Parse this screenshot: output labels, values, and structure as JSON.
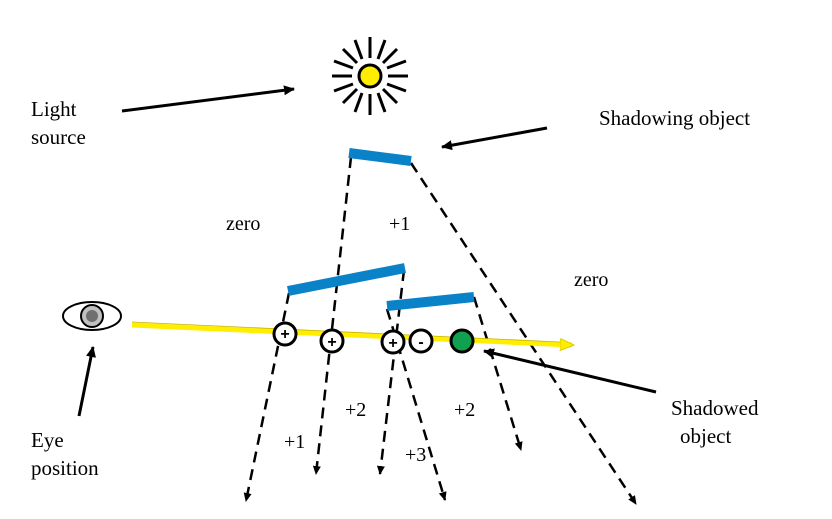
{
  "labels": {
    "light_source_line1": "Light",
    "light_source_line2": "source",
    "shadowing_object": "Shadowing object",
    "shadowed_object_line1": "Shadowed",
    "shadowed_object_line2": "object",
    "eye_position_line1": "Eye",
    "eye_position_line2": "position"
  },
  "counts": {
    "zero_left": "zero",
    "plus1_top": "+1",
    "zero_right": "zero",
    "plus1_bottom": "+1",
    "plus2_left": "+2",
    "plus3": "+3",
    "plus2_right": "+2"
  },
  "crossings": [
    "+",
    "+",
    "+",
    "-"
  ],
  "colors": {
    "sun_fill": "#ffee00",
    "blocker": "#0a82c8",
    "view_ray": "#ffee00",
    "shadowed_object": "#10a050",
    "ink": "#000000"
  }
}
